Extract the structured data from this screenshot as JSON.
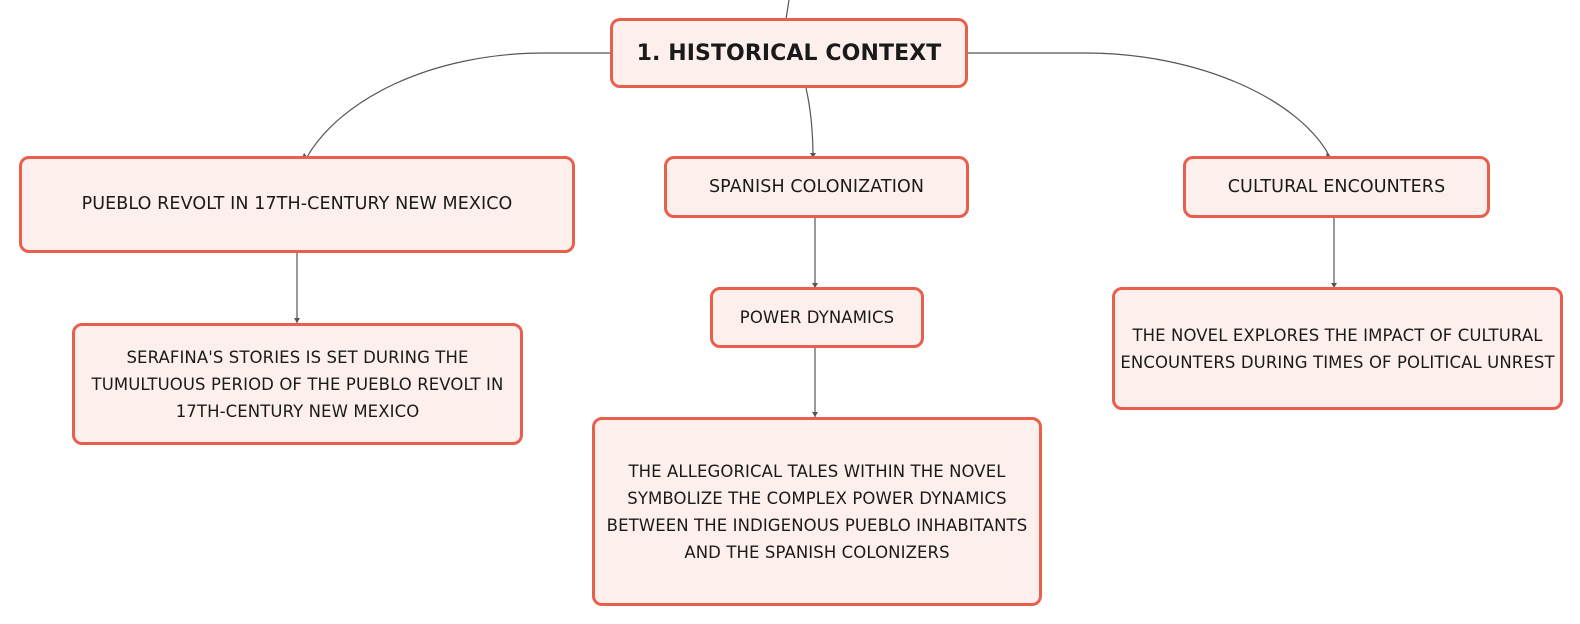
{
  "mindmap": {
    "root": {
      "label": "1. HISTORICAL CONTEXT"
    },
    "branches": {
      "pueblo": {
        "label": "PUEBLO REVOLT IN 17TH-CENTURY NEW MEXICO",
        "detail": "SERAFINA'S STORIES IS SET DURING THE TUMULTUOUS PERIOD OF THE PUEBLO REVOLT IN 17TH-CENTURY NEW MEXICO"
      },
      "spanish": {
        "label": "SPANISH COLONIZATION",
        "child": "POWER DYNAMICS",
        "detail": "THE ALLEGORICAL TALES WITHIN THE NOVEL SYMBOLIZE THE COMPLEX POWER DYNAMICS BETWEEN THE INDIGENOUS PUEBLO INHABITANTS AND THE SPANISH COLONIZERS"
      },
      "cultural": {
        "label": "CULTURAL ENCOUNTERS",
        "detail": "THE NOVEL EXPLORES THE IMPACT OF CULTURAL ENCOUNTERS DURING TIMES OF POLITICAL UNREST"
      }
    }
  },
  "colors": {
    "node_border": "#e8604d",
    "node_fill": "#fdf0ec",
    "connector": "#555555",
    "text": "#1a1a1a"
  }
}
